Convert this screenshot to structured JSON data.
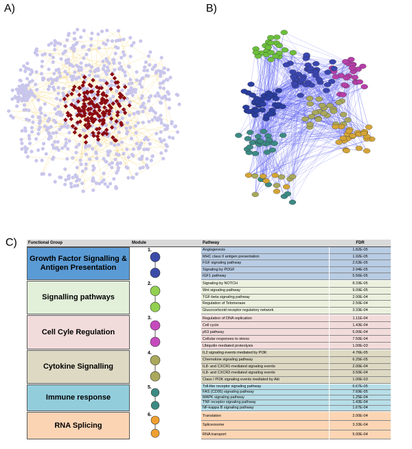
{
  "panels": {
    "a": "A)",
    "b": "B)",
    "c": "C)"
  },
  "table": {
    "headers": {
      "group": "Functional Group",
      "module": "Module",
      "pathway": "Pathway",
      "fdr": "FDR"
    },
    "colors": {
      "group_bg": [
        "#5b9bd5",
        "#e2efd9",
        "#f2dcdb",
        "#ddd9c3",
        "#92cddc",
        "#fbd4b4"
      ],
      "row_bg": [
        "#b8cce4",
        "#ebf1de",
        "#f2dcdb",
        "#ddd9c3",
        "#b7dee8",
        "#fcd5b4"
      ],
      "node": [
        "#3b4ba8",
        "#92d050",
        "#c54bbd",
        "#a9a85c",
        "#3c8a84",
        "#f0a030"
      ]
    },
    "groups": [
      {
        "name": "Growth Factor Signalling & Antigen Presentation",
        "module": "1.",
        "pathways": [
          {
            "name": "Angiogenesis",
            "fdr": "1.82E-05"
          },
          {
            "name": "MHC class II antigen presentation",
            "fdr": "1.92E-05"
          },
          {
            "name": "FGF signaling pathway",
            "fdr": "2.63E-05"
          },
          {
            "name": "Signaling by PDGF",
            "fdr": "2.94E-05"
          },
          {
            "name": "IGF1 pathway",
            "fdr": "5.56E-05"
          }
        ]
      },
      {
        "name": "Signalling pathways",
        "module": "2.",
        "pathways": [
          {
            "name": "Signaling by NOTCH",
            "fdr": "8.33E-05"
          },
          {
            "name": "Wnt signaling pathway",
            "fdr": "9.09E-05"
          },
          {
            "name": "TGF-beta signaling pathway",
            "fdr": "2.00E-04"
          },
          {
            "name": "Regulation of Telomerase",
            "fdr": "2.50E-04"
          },
          {
            "name": "Glucocorticoid receptor regulatory network",
            "fdr": "3.33E-04"
          }
        ]
      },
      {
        "name": "Cell Cyle Regulation",
        "module": "3.",
        "pathways": [
          {
            "name": "Regulation of DNA replication",
            "fdr": "1.11E-04"
          },
          {
            "name": "Cell cycle",
            "fdr": "1.43E-04"
          },
          {
            "name": "p53 pathway",
            "fdr": "5.00E-04"
          },
          {
            "name": "Cellular responses to stress",
            "fdr": "7.50E-04"
          },
          {
            "name": "Ubiquitin mediated proteolysis",
            "fdr": "1.00E-03"
          }
        ]
      },
      {
        "name": "Cytokine Signalling",
        "module": "4.",
        "pathways": [
          {
            "name": "IL2 signaling events mediated by PI3K",
            "fdr": "4.76E-05"
          },
          {
            "name": "Chemokine signaling pathway",
            "fdr": "6.25E-05"
          },
          {
            "name": "IL8- and CXCR1-mediated signaling events",
            "fdr": "2.00E-04"
          },
          {
            "name": "IL8- and CXCR2-mediated signaling events",
            "fdr": "3.50E-04"
          },
          {
            "name": "Class I PI3K signaling events mediated by Akt",
            "fdr": "1.00E-03"
          }
        ]
      },
      {
        "name": "Immune response",
        "module": "5.",
        "pathways": [
          {
            "name": "Toll-like receptor signaling pathway",
            "fdr": "6.67E-05"
          },
          {
            "name": "FAS (CD95) signaling pathway",
            "fdr": "7.69E-05"
          },
          {
            "name": "MAPK signaling pathway",
            "fdr": "1.25E-04"
          },
          {
            "name": "TNF receptor signaling pathway",
            "fdr": "1.43E-04"
          },
          {
            "name": "NF-kappa B signaling pathway",
            "fdr": "1.67E-04"
          }
        ]
      },
      {
        "name": "RNA Splicing",
        "module": "6.",
        "pathways": [
          {
            "name": "Translation",
            "fdr": "2.00E-04"
          },
          {
            "name": "Spliceosome",
            "fdr": "3.33E-04"
          },
          {
            "name": "RNA transport",
            "fdr": "5.00E-04"
          }
        ]
      }
    ]
  }
}
